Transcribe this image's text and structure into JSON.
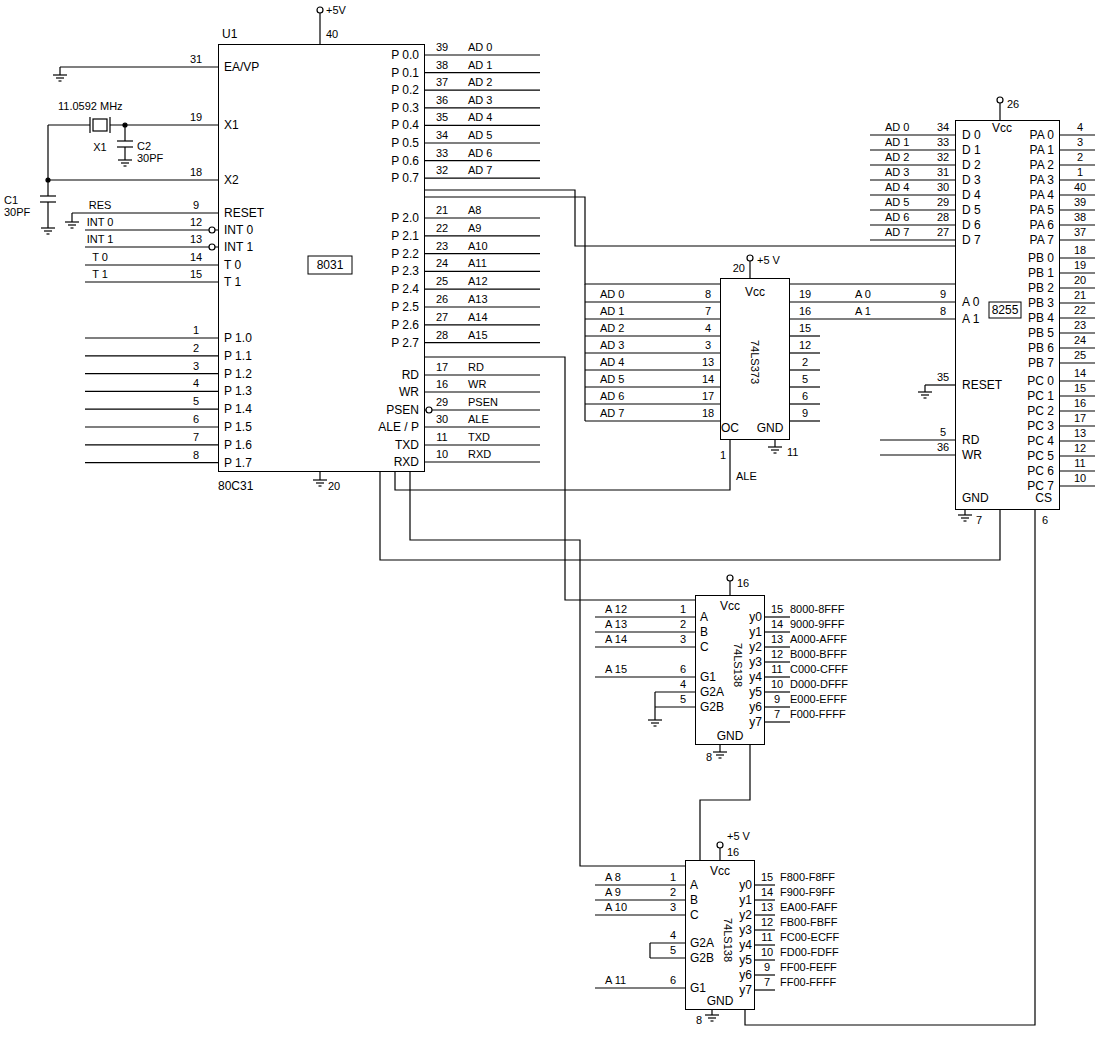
{
  "diagram": {
    "nodes": [
      {
        "text": [
          "U1",
          "EA/VP",
          "X1",
          "X2",
          "RESET",
          "INT 0",
          "INT 1",
          "T 0",
          "T 1",
          "P 1.0",
          "P 1.1",
          "P 1.2",
          "P 1.3",
          "P 1.4",
          "P 1.5",
          "P 1.6",
          "P 1.7",
          "P 0.0",
          "P 0.1",
          "P 0.2",
          "P 0.3",
          "P 0.4",
          "P 0.5",
          "P 0.6",
          "P 0.7",
          "P 2.0",
          "P 2.1",
          "P 2.2",
          "P 2.3",
          "P 2.4",
          "P 2.5",
          "P 2.6",
          "P 2.7",
          "RD",
          "WR",
          "PSEN",
          "ALE / P",
          "TXD",
          "RXD",
          "8031",
          "80C31"
        ]
      },
      {
        "text": [
          "Vcc",
          "74LS373",
          "OC",
          "GND"
        ]
      },
      {
        "text": [
          "Vcc",
          "D 0",
          "D 1",
          "D 2",
          "D 3",
          "D 4",
          "D 5",
          "D 6",
          "D 7",
          "A 0",
          "A 1",
          "8255",
          "RESET",
          "RD",
          "WR",
          "GND",
          "CS",
          "PA 0",
          "PA 1",
          "PA 2",
          "PA 3",
          "PA 4",
          "PA 5",
          "PA 6",
          "PA 7",
          "PB 0",
          "PB 1",
          "PB 2",
          "PB 3",
          "PB 4",
          "PB 5",
          "PB 6",
          "PB 7",
          "PC 0",
          "PC 1",
          "PC 2",
          "PC 3",
          "PC 4",
          "PC 5",
          "PC 6",
          "PC 7"
        ]
      },
      {
        "text": [
          "Vcc",
          "A",
          "B",
          "C",
          "G1",
          "G2A",
          "G2B",
          "y0",
          "y1",
          "y2",
          "y3",
          "y4",
          "y5",
          "y6",
          "y7",
          "74LS138",
          "GND"
        ]
      },
      {
        "text": [
          "Vcc",
          "A",
          "B",
          "C",
          "G2A",
          "G2B",
          "G1",
          "y0",
          "y1",
          "y2",
          "y3",
          "y4",
          "y5",
          "y6",
          "y7",
          "74LS138",
          "GND"
        ]
      }
    ],
    "edges": [
      {
        "from": 0,
        "to": 2,
        "arrow": "none"
      },
      {
        "from": 0,
        "to": 1,
        "arrow": "none"
      },
      {
        "from": 1,
        "to": 2,
        "arrow": "none"
      },
      {
        "from": 0,
        "to": 3,
        "arrow": "none"
      },
      {
        "from": 3,
        "to": 4,
        "arrow": "none"
      },
      {
        "from": 0,
        "to": 4,
        "arrow": "none"
      },
      {
        "from": 0,
        "to": 2,
        "arrow": "none"
      },
      {
        "from": 0,
        "to": 1,
        "arrow": "none"
      },
      {
        "from": 4,
        "to": 2,
        "arrow": "none"
      }
    ],
    "labels": [
      "+5V",
      "40",
      "11.0592 MHz",
      "X1",
      "C2",
      "30PF",
      "C1",
      "30PF",
      "RES",
      "INT 0",
      "INT 1",
      "T 0",
      "T 1",
      "31",
      "19",
      "18",
      "9",
      "12",
      "13",
      "14",
      "15",
      "1",
      "2",
      "3",
      "4",
      "5",
      "6",
      "7",
      "8",
      "39",
      "38",
      "37",
      "36",
      "35",
      "34",
      "33",
      "32",
      "21",
      "22",
      "23",
      "24",
      "25",
      "26",
      "27",
      "28",
      "17",
      "16",
      "29",
      "30",
      "11",
      "10",
      "AD 0",
      "AD 1",
      "AD 2",
      "AD 3",
      "AD 4",
      "AD 5",
      "AD 6",
      "AD 7",
      "A8",
      "A9",
      "A10",
      "A11",
      "A12",
      "A13",
      "A14",
      "A15",
      "RD",
      "WR",
      "PSEN",
      "ALE",
      "TXD",
      "RXD",
      "20",
      "+5 V",
      "20",
      "AD 0",
      "AD 1",
      "AD 2",
      "AD 3",
      "AD 4",
      "AD 5",
      "AD 6",
      "AD 7",
      "8",
      "7",
      "4",
      "3",
      "13",
      "14",
      "17",
      "18",
      "19",
      "16",
      "15",
      "12",
      "2",
      "5",
      "6",
      "9",
      "A 0",
      "A 1",
      "11",
      "1",
      "ALE",
      "26",
      "AD 0",
      "AD 1",
      "AD 2",
      "AD 3",
      "AD 4",
      "AD 5",
      "AD 6",
      "AD 7",
      "34",
      "33",
      "32",
      "31",
      "30",
      "29",
      "28",
      "27",
      "9",
      "8",
      "35",
      "5",
      "36",
      "4",
      "3",
      "2",
      "1",
      "40",
      "39",
      "38",
      "37",
      "18",
      "19",
      "20",
      "21",
      "22",
      "23",
      "24",
      "25",
      "14",
      "15",
      "16",
      "17",
      "13",
      "12",
      "11",
      "10",
      "7",
      "6",
      "16",
      "A 12",
      "A 13",
      "A 14",
      "A 15",
      "1",
      "2",
      "3",
      "6",
      "4",
      "5",
      "15",
      "14",
      "13",
      "12",
      "11",
      "10",
      "9",
      "7",
      "8000-8FFF",
      "9000-9FFF",
      "A000-AFFF",
      "B000-BFFF",
      "C000-CFFF",
      "D000-DFFF",
      "E000-EFFF",
      "F000-FFFF",
      "8",
      "+5 V",
      "16",
      "A 8",
      "A 9",
      "A 10",
      "A 11",
      "1",
      "2",
      "3",
      "4",
      "5",
      "6",
      "15",
      "14",
      "13",
      "12",
      "11",
      "10",
      "9",
      "7",
      "F800-F8FF",
      "F900-F9FF",
      "EA00-FAFF",
      "FB00-FBFF",
      "FC00-ECFF",
      "FD00-FDFF",
      "FF00-FEFF",
      "FF00-FFFF",
      "8"
    ]
  }
}
